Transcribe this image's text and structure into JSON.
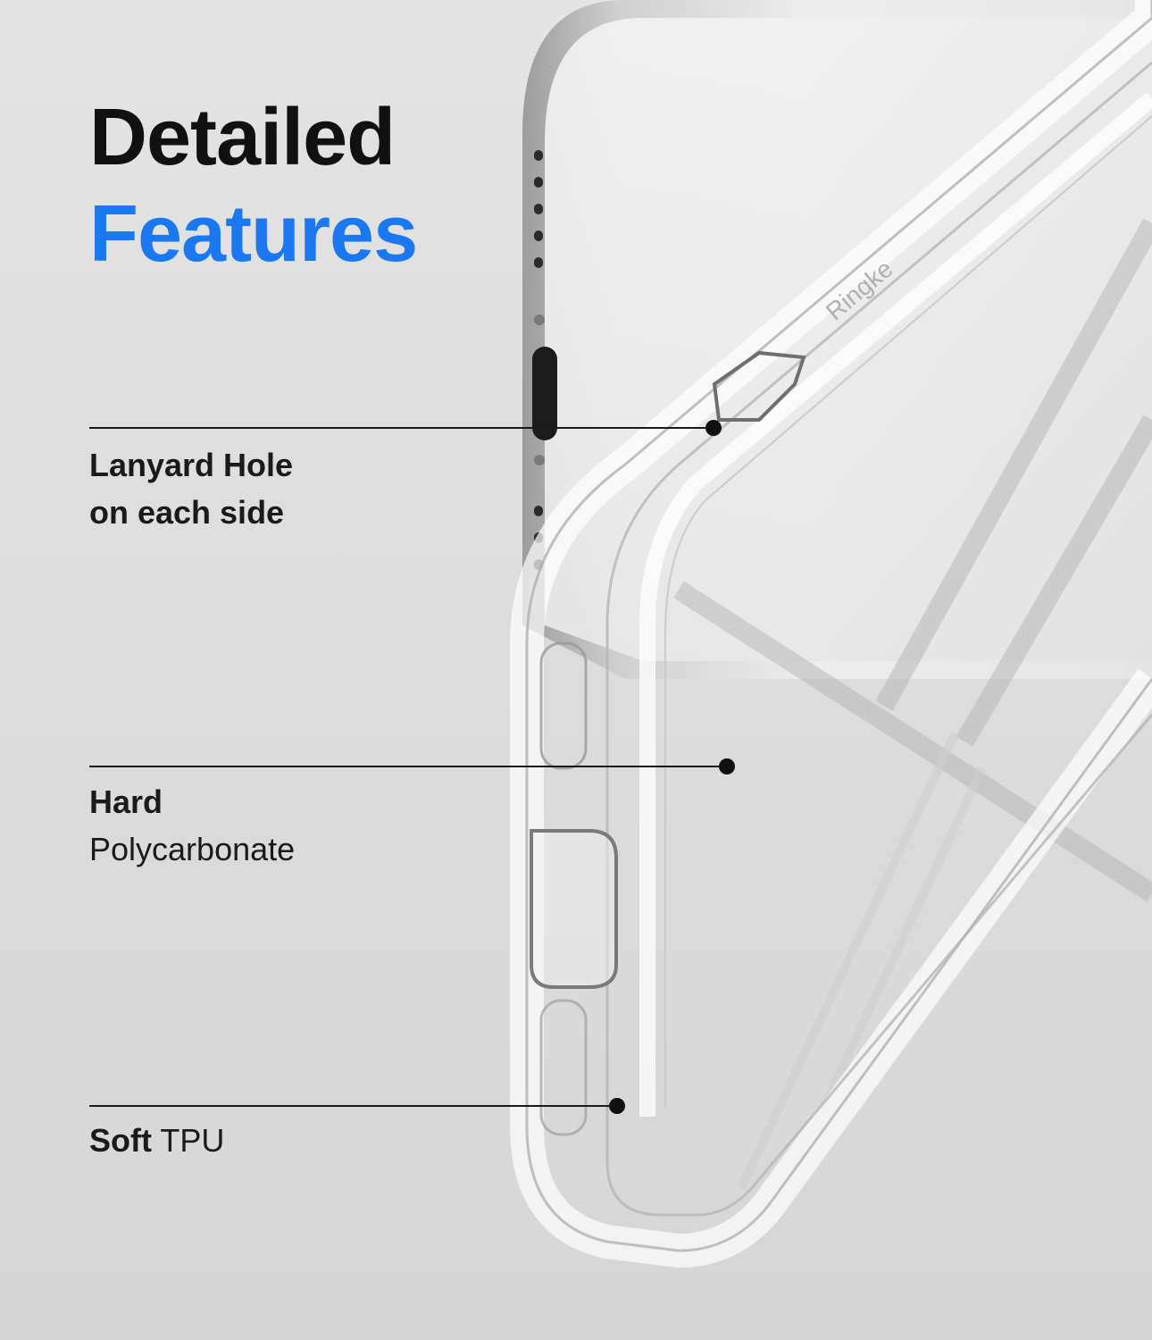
{
  "headline": {
    "line1": "Detailed",
    "line2": "Features",
    "line1_color": "#111111",
    "line2_color": "#1a78f2"
  },
  "callouts": [
    {
      "bold": "Lanyard Hole",
      "bold2": "on each side"
    },
    {
      "bold": "Hard",
      "regular": "Polycarbonate"
    },
    {
      "bold": "Soft",
      "regular": " TPU"
    }
  ],
  "product": {
    "brand_mark": "Ringke",
    "description": "clear phone case corner over silver phone"
  }
}
